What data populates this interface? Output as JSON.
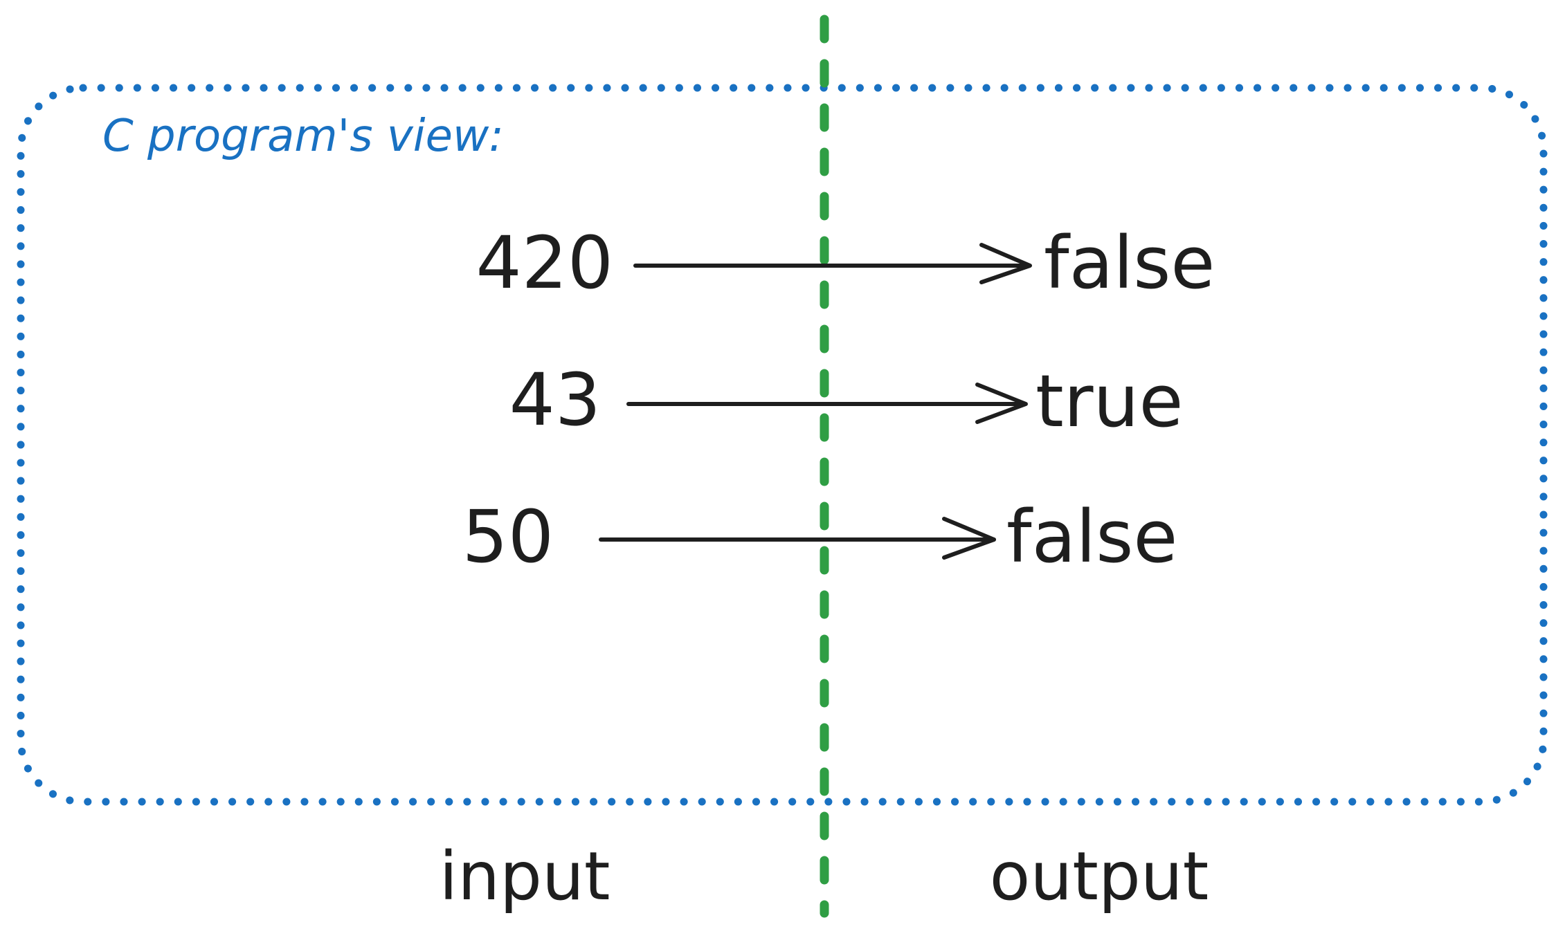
{
  "box": {
    "title": "C program's view:",
    "color": "#1971c2"
  },
  "divider": {
    "color": "#2f9e44"
  },
  "ink": "#1e1e1e",
  "mappings": [
    {
      "input": "420",
      "output": "false"
    },
    {
      "input": "43",
      "output": "true"
    },
    {
      "input": "50",
      "output": "false"
    }
  ],
  "labels": {
    "input": "input",
    "output": "output"
  }
}
